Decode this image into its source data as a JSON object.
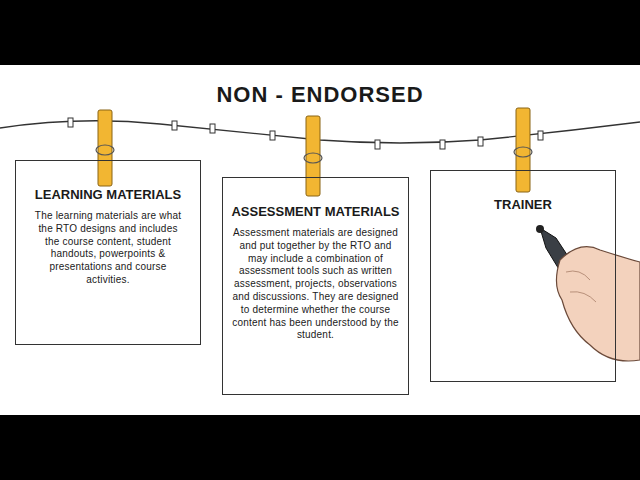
{
  "diagram": {
    "title": "NON - ENDORSED",
    "nodes": [
      {
        "text": [
          "LEARNING MATERIALS",
          "The learning materials are what the RTO designs and includes the course content, student handouts, powerpoints & presentations and course activities."
        ]
      },
      {
        "text": [
          "ASSESSMENT MATERIALS",
          "Assessment materials are designed and put together by the RTO and may include a combination of assessment tools such as written assessment, projects, observations and discussions. They are designed to determine whether the course content has been understood by the student."
        ]
      },
      {
        "text": [
          "TRAINER"
        ]
      }
    ]
  }
}
